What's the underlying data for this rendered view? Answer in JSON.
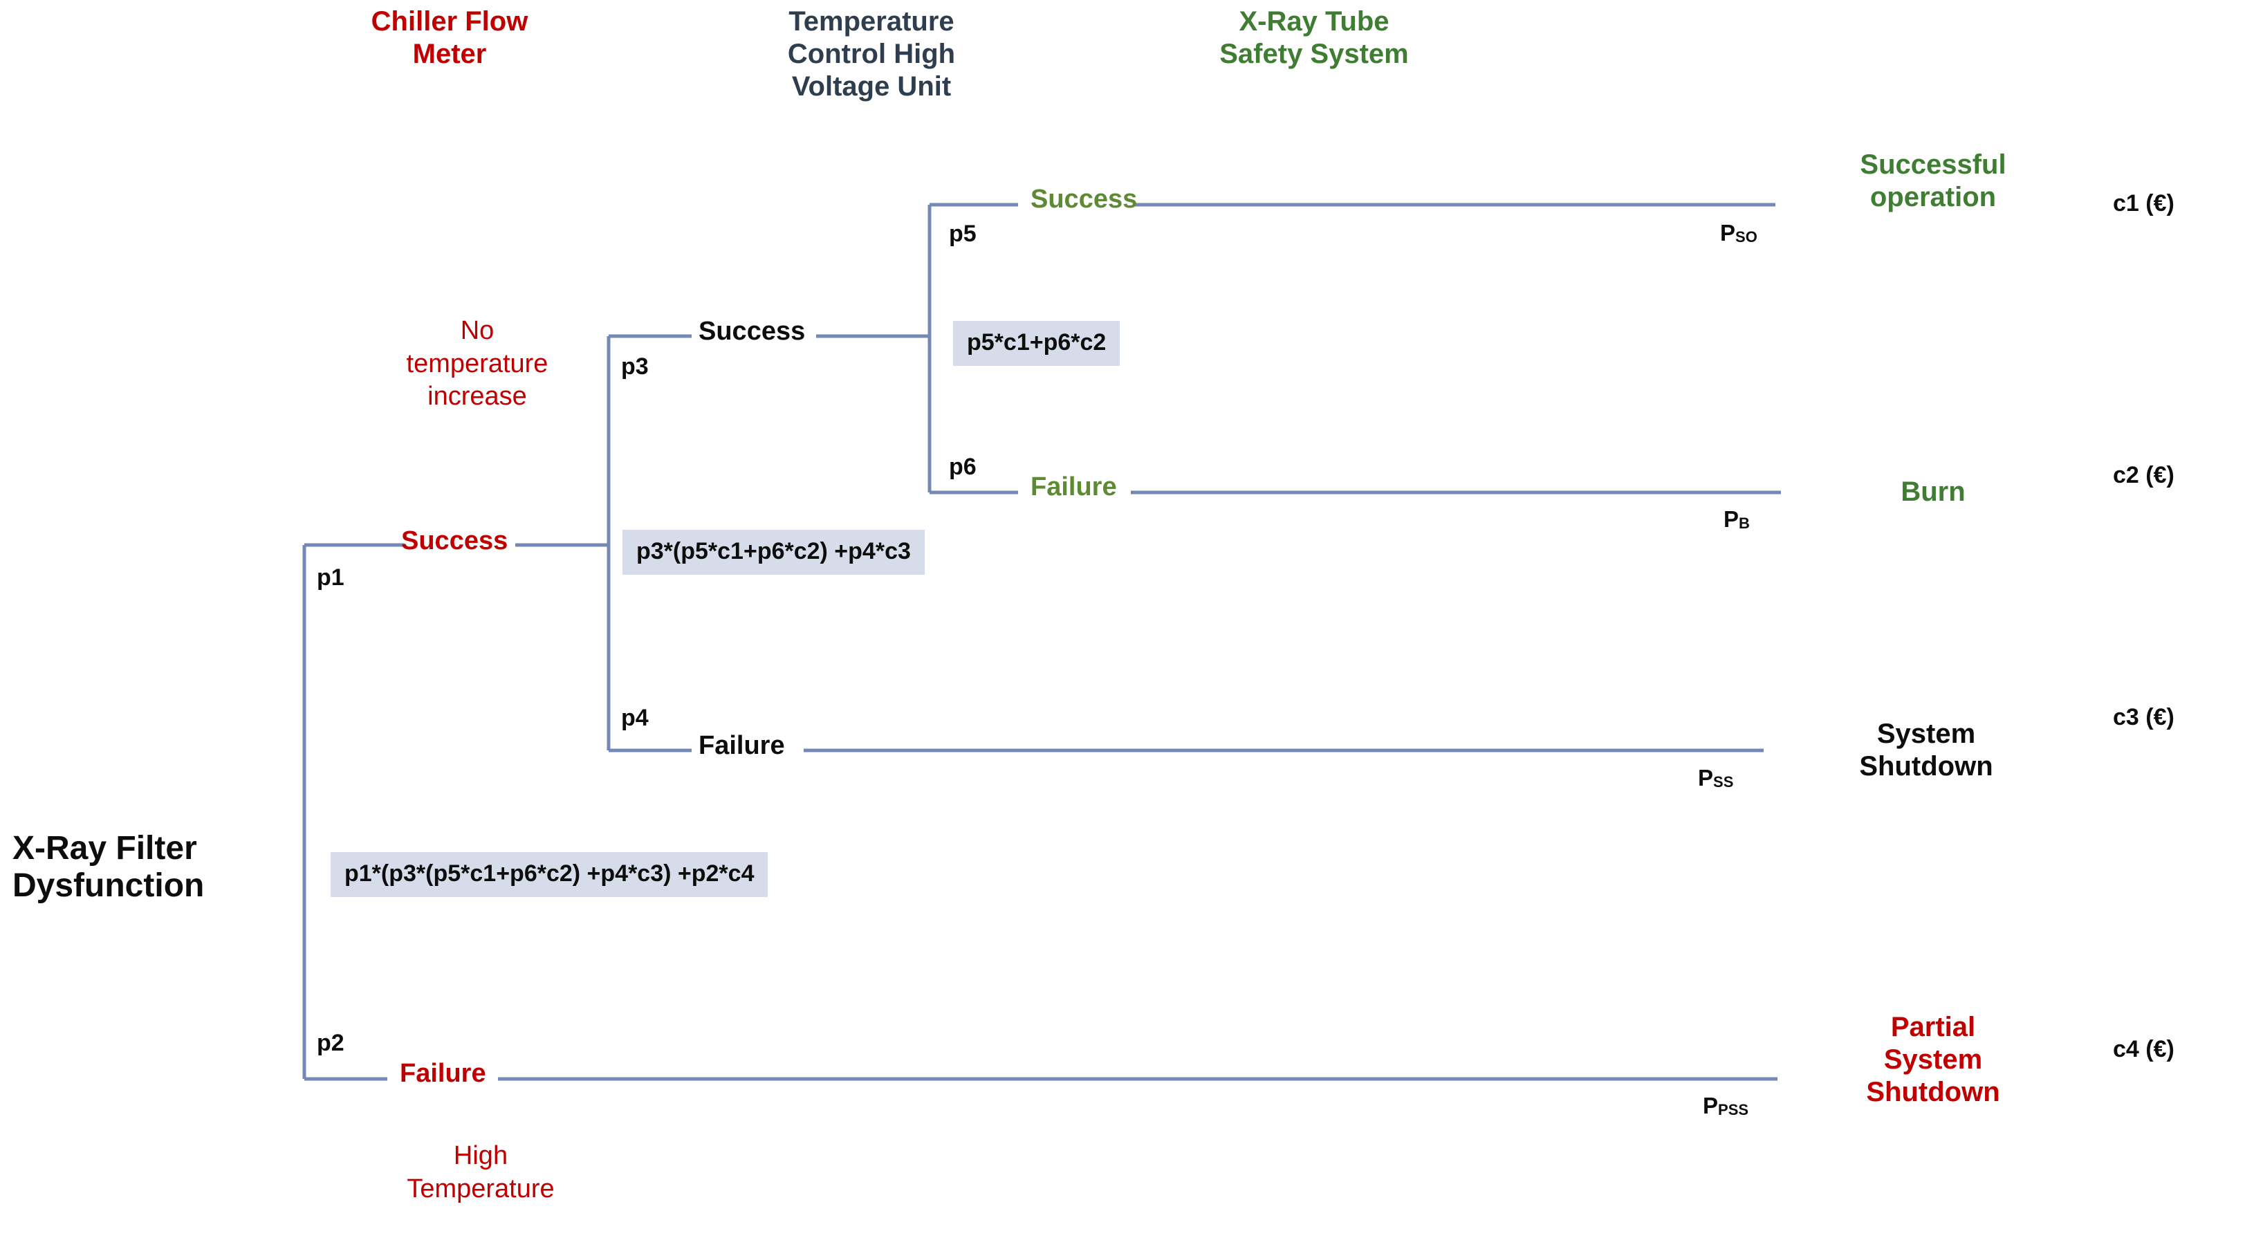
{
  "diagram": {
    "title": "X-Ray Filter Dysfunction Event Tree",
    "type": "event-tree",
    "line_color": "#7388B5",
    "formula_box_color": "#D6DCE9",
    "colors": {
      "red": "#C00000",
      "green": "#3E7D32",
      "branch_green": "#5E8A33",
      "navy": "#2F3E4F",
      "black": "#0D0D0D"
    }
  },
  "headers": [
    {
      "label": "Chiller Flow\nMeter",
      "color": "red"
    },
    {
      "label": "Temperature\nControl High\nVoltage  Unit",
      "color": "navy"
    },
    {
      "label": "X-Ray Tube\nSafety System",
      "color": "green"
    }
  ],
  "root": {
    "label": "X-Ray Filter\nDysfunction",
    "formula": "p1*(p3*(p5*c1+p6*c2) +p4*c3) +p2*c4"
  },
  "nodes": {
    "p1": {
      "id": "p1",
      "branch_label": "Success",
      "color": "red",
      "note": "No\ntemperature\nincrease",
      "formula": "p3*(p5*c1+p6*c2) +p4*c3"
    },
    "p2": {
      "id": "p2",
      "branch_label": "Failure",
      "color": "red",
      "note": "High\nTemperature"
    },
    "p3": {
      "id": "p3",
      "branch_label": "Success",
      "color": "black",
      "formula": "p5*c1+p6*c2"
    },
    "p4": {
      "id": "p4",
      "branch_label": "Failure",
      "color": "black"
    },
    "p5": {
      "id": "p5",
      "branch_label": "Success",
      "color": "green"
    },
    "p6": {
      "id": "p6",
      "branch_label": "Failure",
      "color": "green"
    }
  },
  "outcomes": [
    {
      "prob_symbol": "P",
      "prob_subscript": "SO",
      "name": "Successful\noperation",
      "color": "green",
      "cost": "c1 (€)",
      "from_node": "p5"
    },
    {
      "prob_symbol": "P",
      "prob_subscript": "B",
      "name": "Burn",
      "color": "green",
      "cost": "c2 (€)",
      "from_node": "p6"
    },
    {
      "prob_symbol": "P",
      "prob_subscript": "SS",
      "name": "System\nShutdown",
      "color": "black",
      "cost": "c3 (€)",
      "from_node": "p4"
    },
    {
      "prob_symbol": "P",
      "prob_subscript": "PSS",
      "name": "Partial\nSystem\nShutdown",
      "color": "red",
      "cost": "c4 (€)",
      "from_node": "p2"
    }
  ]
}
